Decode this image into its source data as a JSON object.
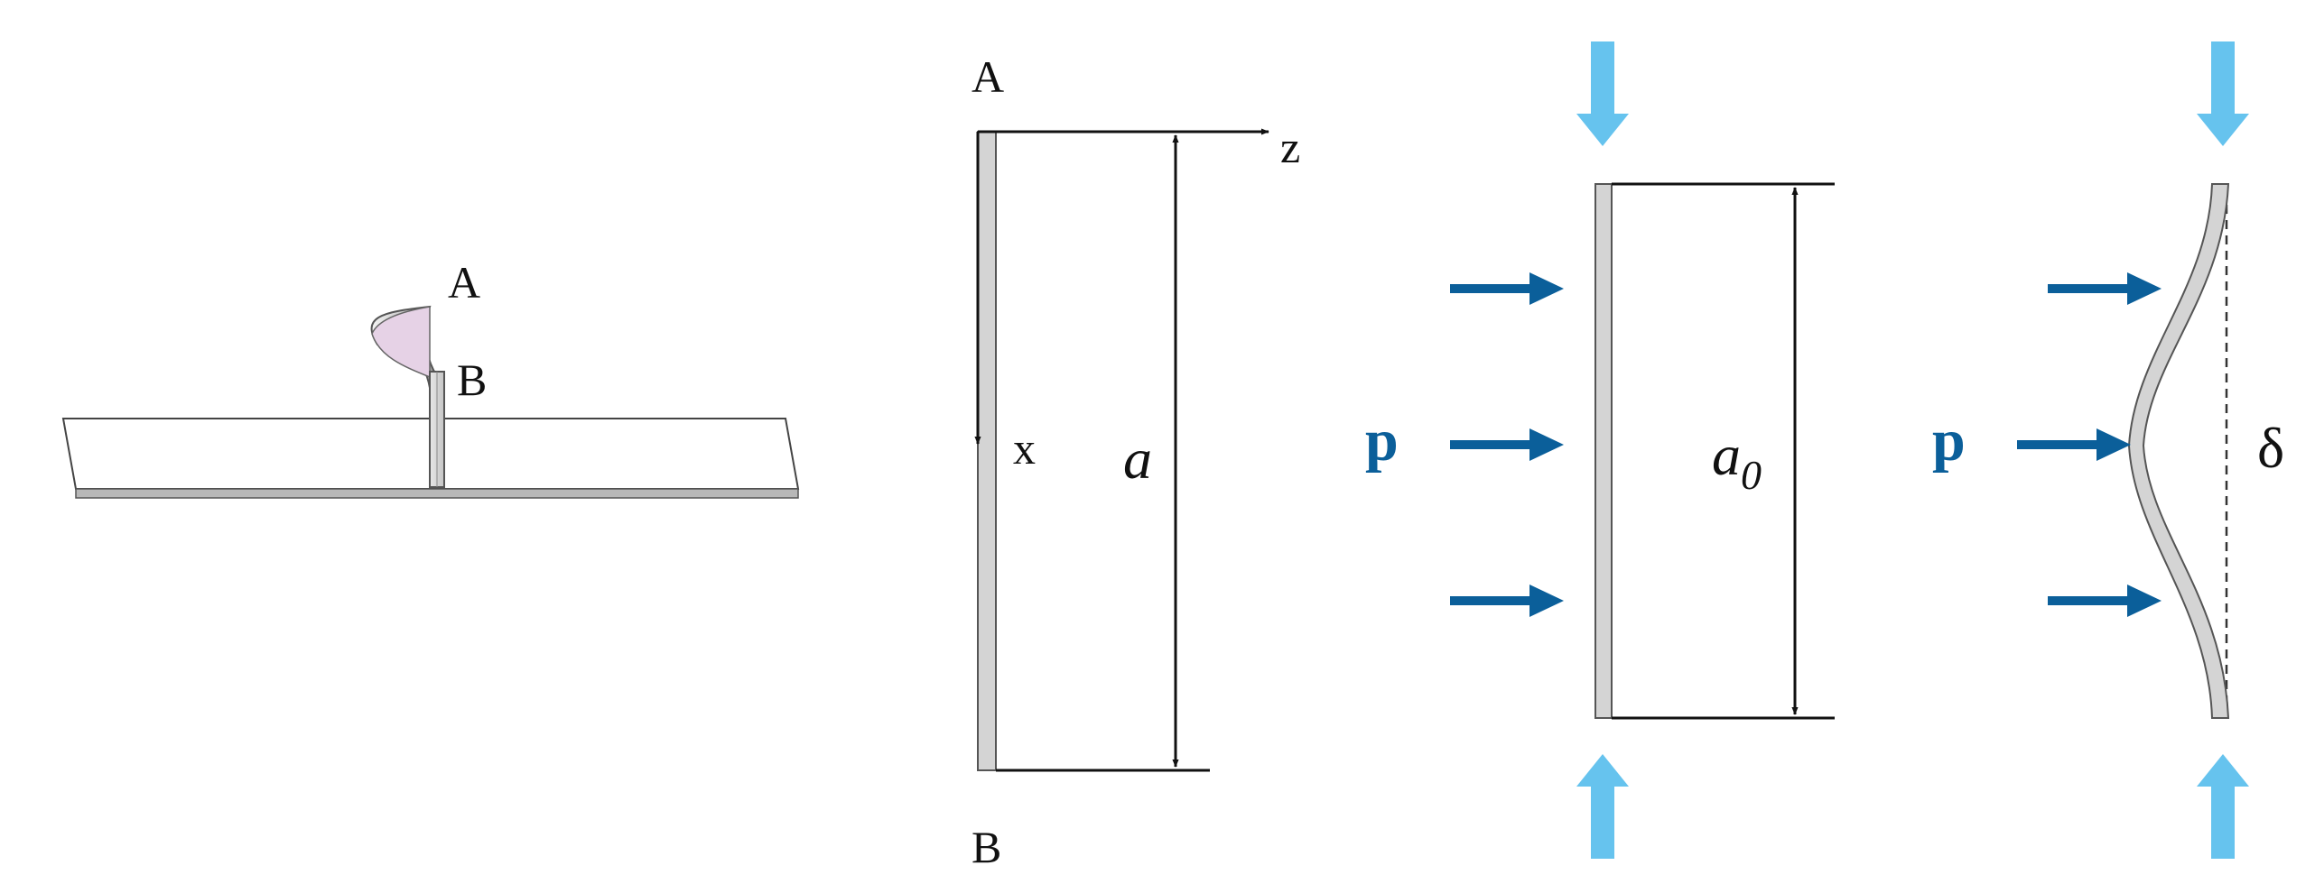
{
  "panel_perspective": {
    "label_top": "A",
    "label_bottom": "B"
  },
  "panel_coordinates": {
    "label_top": "A",
    "label_bottom": "B",
    "axis_z": "z",
    "axis_x": "x",
    "length_symbol": "a"
  },
  "panel_straight": {
    "pressure_symbol": "p",
    "length_symbol": "a",
    "length_subscript": "0"
  },
  "panel_deflected": {
    "pressure_symbol": "p",
    "deflection_symbol": "δ"
  },
  "colors": {
    "pressure_arrow": "#0b5f9a",
    "axial_arrow": "#66c3ee",
    "strip_fill": "#d4d4d4",
    "strip_edge": "#555555",
    "curl_fill": "#e6d2e6",
    "line": "#111111"
  }
}
